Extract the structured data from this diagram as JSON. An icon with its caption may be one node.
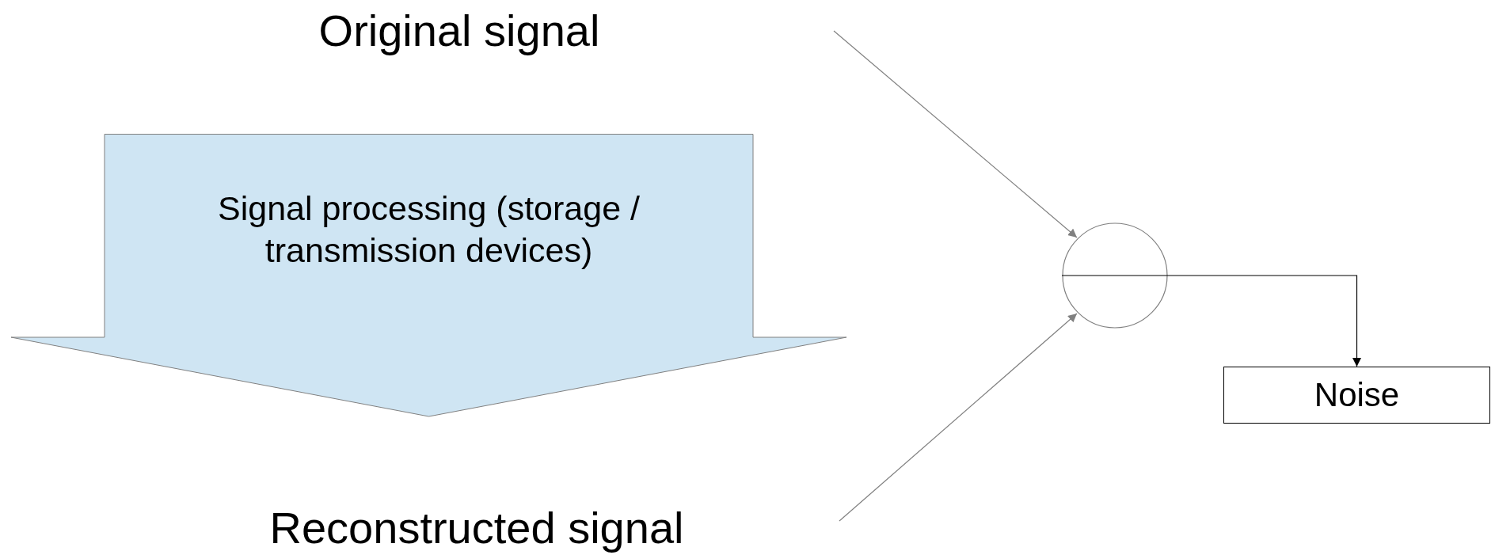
{
  "diagram": {
    "nodes": [
      {
        "text": [
          "Original signal"
        ]
      },
      {
        "text": [
          "Signal processing (storage / transmission devices)"
        ]
      },
      {
        "text": [
          "Reconstructed signal"
        ]
      },
      {
        "text": [],
        "shape": "circle"
      },
      {
        "text": [
          "Noise"
        ]
      }
    ],
    "edges": [
      {
        "from": null,
        "to": 3,
        "arrow": "to"
      },
      {
        "from": null,
        "to": 3,
        "arrow": "to"
      },
      {
        "from": 3,
        "to": 4,
        "arrow": "to",
        "color": "#000000"
      }
    ]
  }
}
